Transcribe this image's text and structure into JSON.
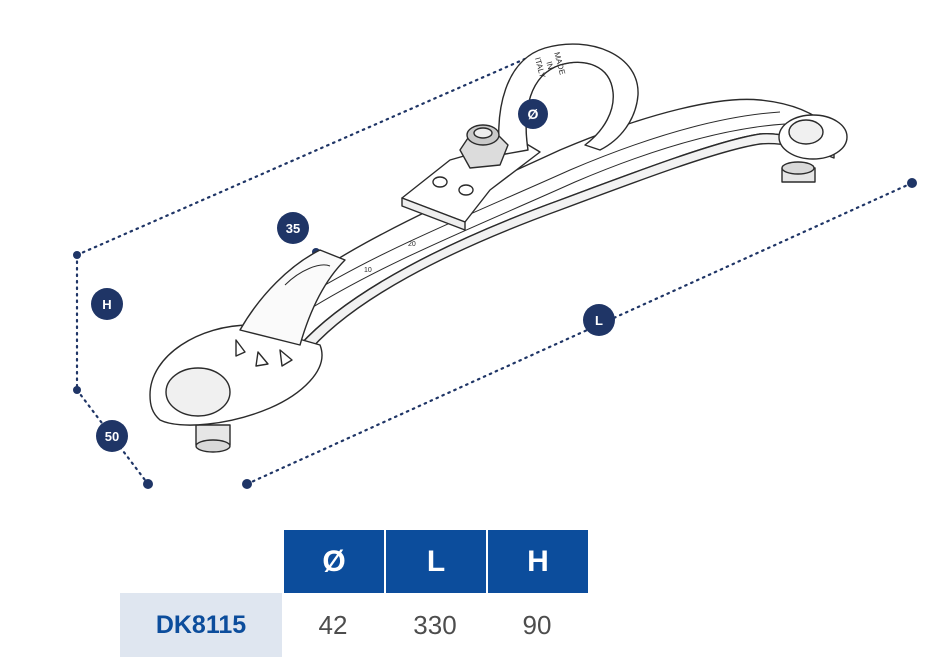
{
  "drawing": {
    "stamp": [
      "MADE",
      "IN",
      "ITALY"
    ],
    "dimension_labels": {
      "diameter": "Ø",
      "height": "H",
      "length": "L",
      "width": "35",
      "foot": "50"
    },
    "scale_marks": [
      "10",
      "20"
    ],
    "colors": {
      "accent": "#1f3566",
      "line": "#2b2b2b"
    }
  },
  "table": {
    "headers": [
      "Ø",
      "L",
      "H"
    ],
    "row": {
      "code": "DK8115",
      "values": [
        "42",
        "330",
        "90"
      ]
    },
    "colors": {
      "header_bg": "#0c4d9c",
      "code_bg": "#dfe6f0"
    }
  }
}
